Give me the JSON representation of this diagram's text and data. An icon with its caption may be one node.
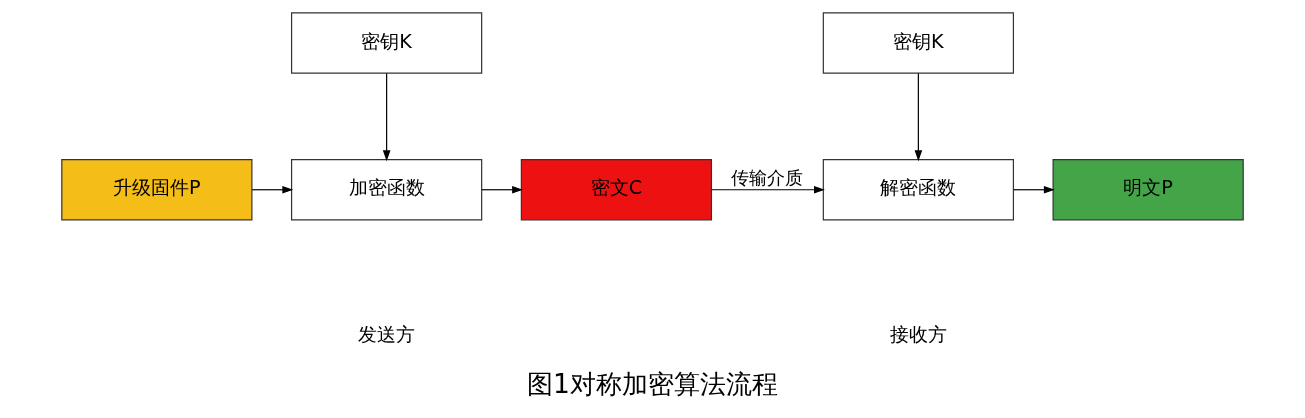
{
  "diagram": {
    "caption": "图1对称加密算法流程",
    "nodes": [
      {
        "text": [
          "密钥K"
        ]
      },
      {
        "text": [
          "密钥K"
        ]
      },
      {
        "text": [
          "升级固件P"
        ]
      },
      {
        "text": [
          "加密函数"
        ]
      },
      {
        "text": [
          "密文C"
        ]
      },
      {
        "text": [
          "解密函数"
        ]
      },
      {
        "text": [
          "明文P"
        ]
      }
    ],
    "edges": [
      {
        "from": 0,
        "to": 3,
        "arrow": "to"
      },
      {
        "from": 1,
        "to": 5,
        "arrow": "to"
      },
      {
        "from": 2,
        "to": 3,
        "arrow": "to"
      },
      {
        "from": 3,
        "to": 4,
        "arrow": "to"
      },
      {
        "from": 4,
        "to": 5,
        "arrow": "to",
        "label": "传输介质"
      },
      {
        "from": 5,
        "to": 6,
        "arrow": "to"
      }
    ],
    "labels": [
      "发送方",
      "接收方"
    ]
  }
}
